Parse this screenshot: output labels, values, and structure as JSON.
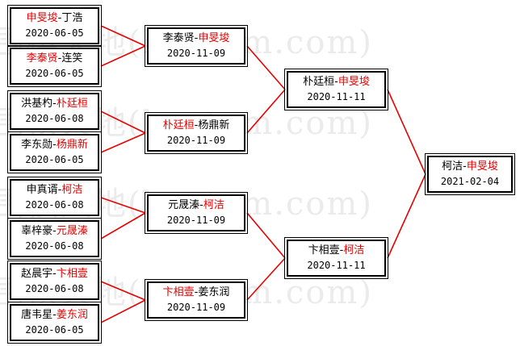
{
  "watermark": "围棋天地(hoetom.com)",
  "colors": {
    "winner": "#e60000",
    "line": "#e60000",
    "border": "#000000",
    "text": "#000000"
  },
  "round1": [
    {
      "p1": "申旻埈",
      "p2": "丁浩",
      "winner": 1,
      "date": "2020-06-05"
    },
    {
      "p1": "李泰贤",
      "p2": "连笑",
      "winner": 1,
      "date": "2020-06-05"
    },
    {
      "p1": "洪基杓",
      "p2": "朴廷桓",
      "winner": 2,
      "date": "2020-06-08"
    },
    {
      "p1": "李东勋",
      "p2": "杨鼎新",
      "winner": 2,
      "date": "2020-06-05"
    },
    {
      "p1": "申真谞",
      "p2": "柯洁",
      "winner": 2,
      "date": "2020-06-08"
    },
    {
      "p1": "辜梓豪",
      "p2": "元晟溱",
      "winner": 2,
      "date": "2020-06-08"
    },
    {
      "p1": "赵晨宇",
      "p2": "卞相壹",
      "winner": 2,
      "date": "2020-06-08"
    },
    {
      "p1": "唐韦星",
      "p2": "姜东润",
      "winner": 2,
      "date": "2020-06-05"
    }
  ],
  "round2": [
    {
      "p1": "李泰贤",
      "p2": "申旻埈",
      "winner": 2,
      "date": "2020-11-09"
    },
    {
      "p1": "朴廷桓",
      "p2": "杨鼎新",
      "winner": 1,
      "date": "2020-11-09"
    },
    {
      "p1": "元晟溱",
      "p2": "柯洁",
      "winner": 2,
      "date": "2020-11-09"
    },
    {
      "p1": "卞相壹",
      "p2": "姜东润",
      "winner": 1,
      "date": "2020-11-09"
    }
  ],
  "round3": [
    {
      "p1": "朴廷桓",
      "p2": "申旻埈",
      "winner": 2,
      "date": "2020-11-11"
    },
    {
      "p1": "卞相壹",
      "p2": "柯洁",
      "winner": 2,
      "date": "2020-11-11"
    }
  ],
  "final": [
    {
      "p1": "柯洁",
      "p2": "申旻埈",
      "winner": 2,
      "date": "2021-02-04"
    }
  ]
}
